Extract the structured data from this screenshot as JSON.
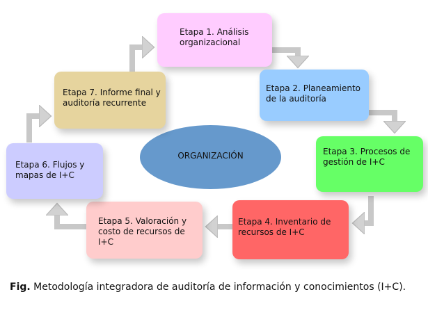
{
  "center": {
    "label": "ORGANIZACIÓN",
    "color": "#6699CC"
  },
  "stages": [
    {
      "label": "Etapa 1. Análisis organizacional",
      "color": "#FFCCFF"
    },
    {
      "label": "Etapa 2. Planeamiento de la auditoría",
      "color": "#99CCFF"
    },
    {
      "label": "Etapa 3. Procesos de gestión de I+C",
      "color": "#66FF66"
    },
    {
      "label": "Etapa 4. Inventario de recursos de I+C",
      "color": "#FF6666"
    },
    {
      "label": "Etapa 5. Valoración y costo de recursos de I+C",
      "color": "#FFCCCC"
    },
    {
      "label": "Etapa 6. Flujos y mapas de I+C",
      "color": "#CCCCFF"
    },
    {
      "label": "Etapa 7. Informe final y auditoría recurrente",
      "color": "#E6D49E"
    }
  ],
  "arrow_color": "#C8C8C8",
  "caption": {
    "prefix": "Fig.",
    "text": " Metodología integradora de auditoría de información y conocimientos (I+C)."
  }
}
